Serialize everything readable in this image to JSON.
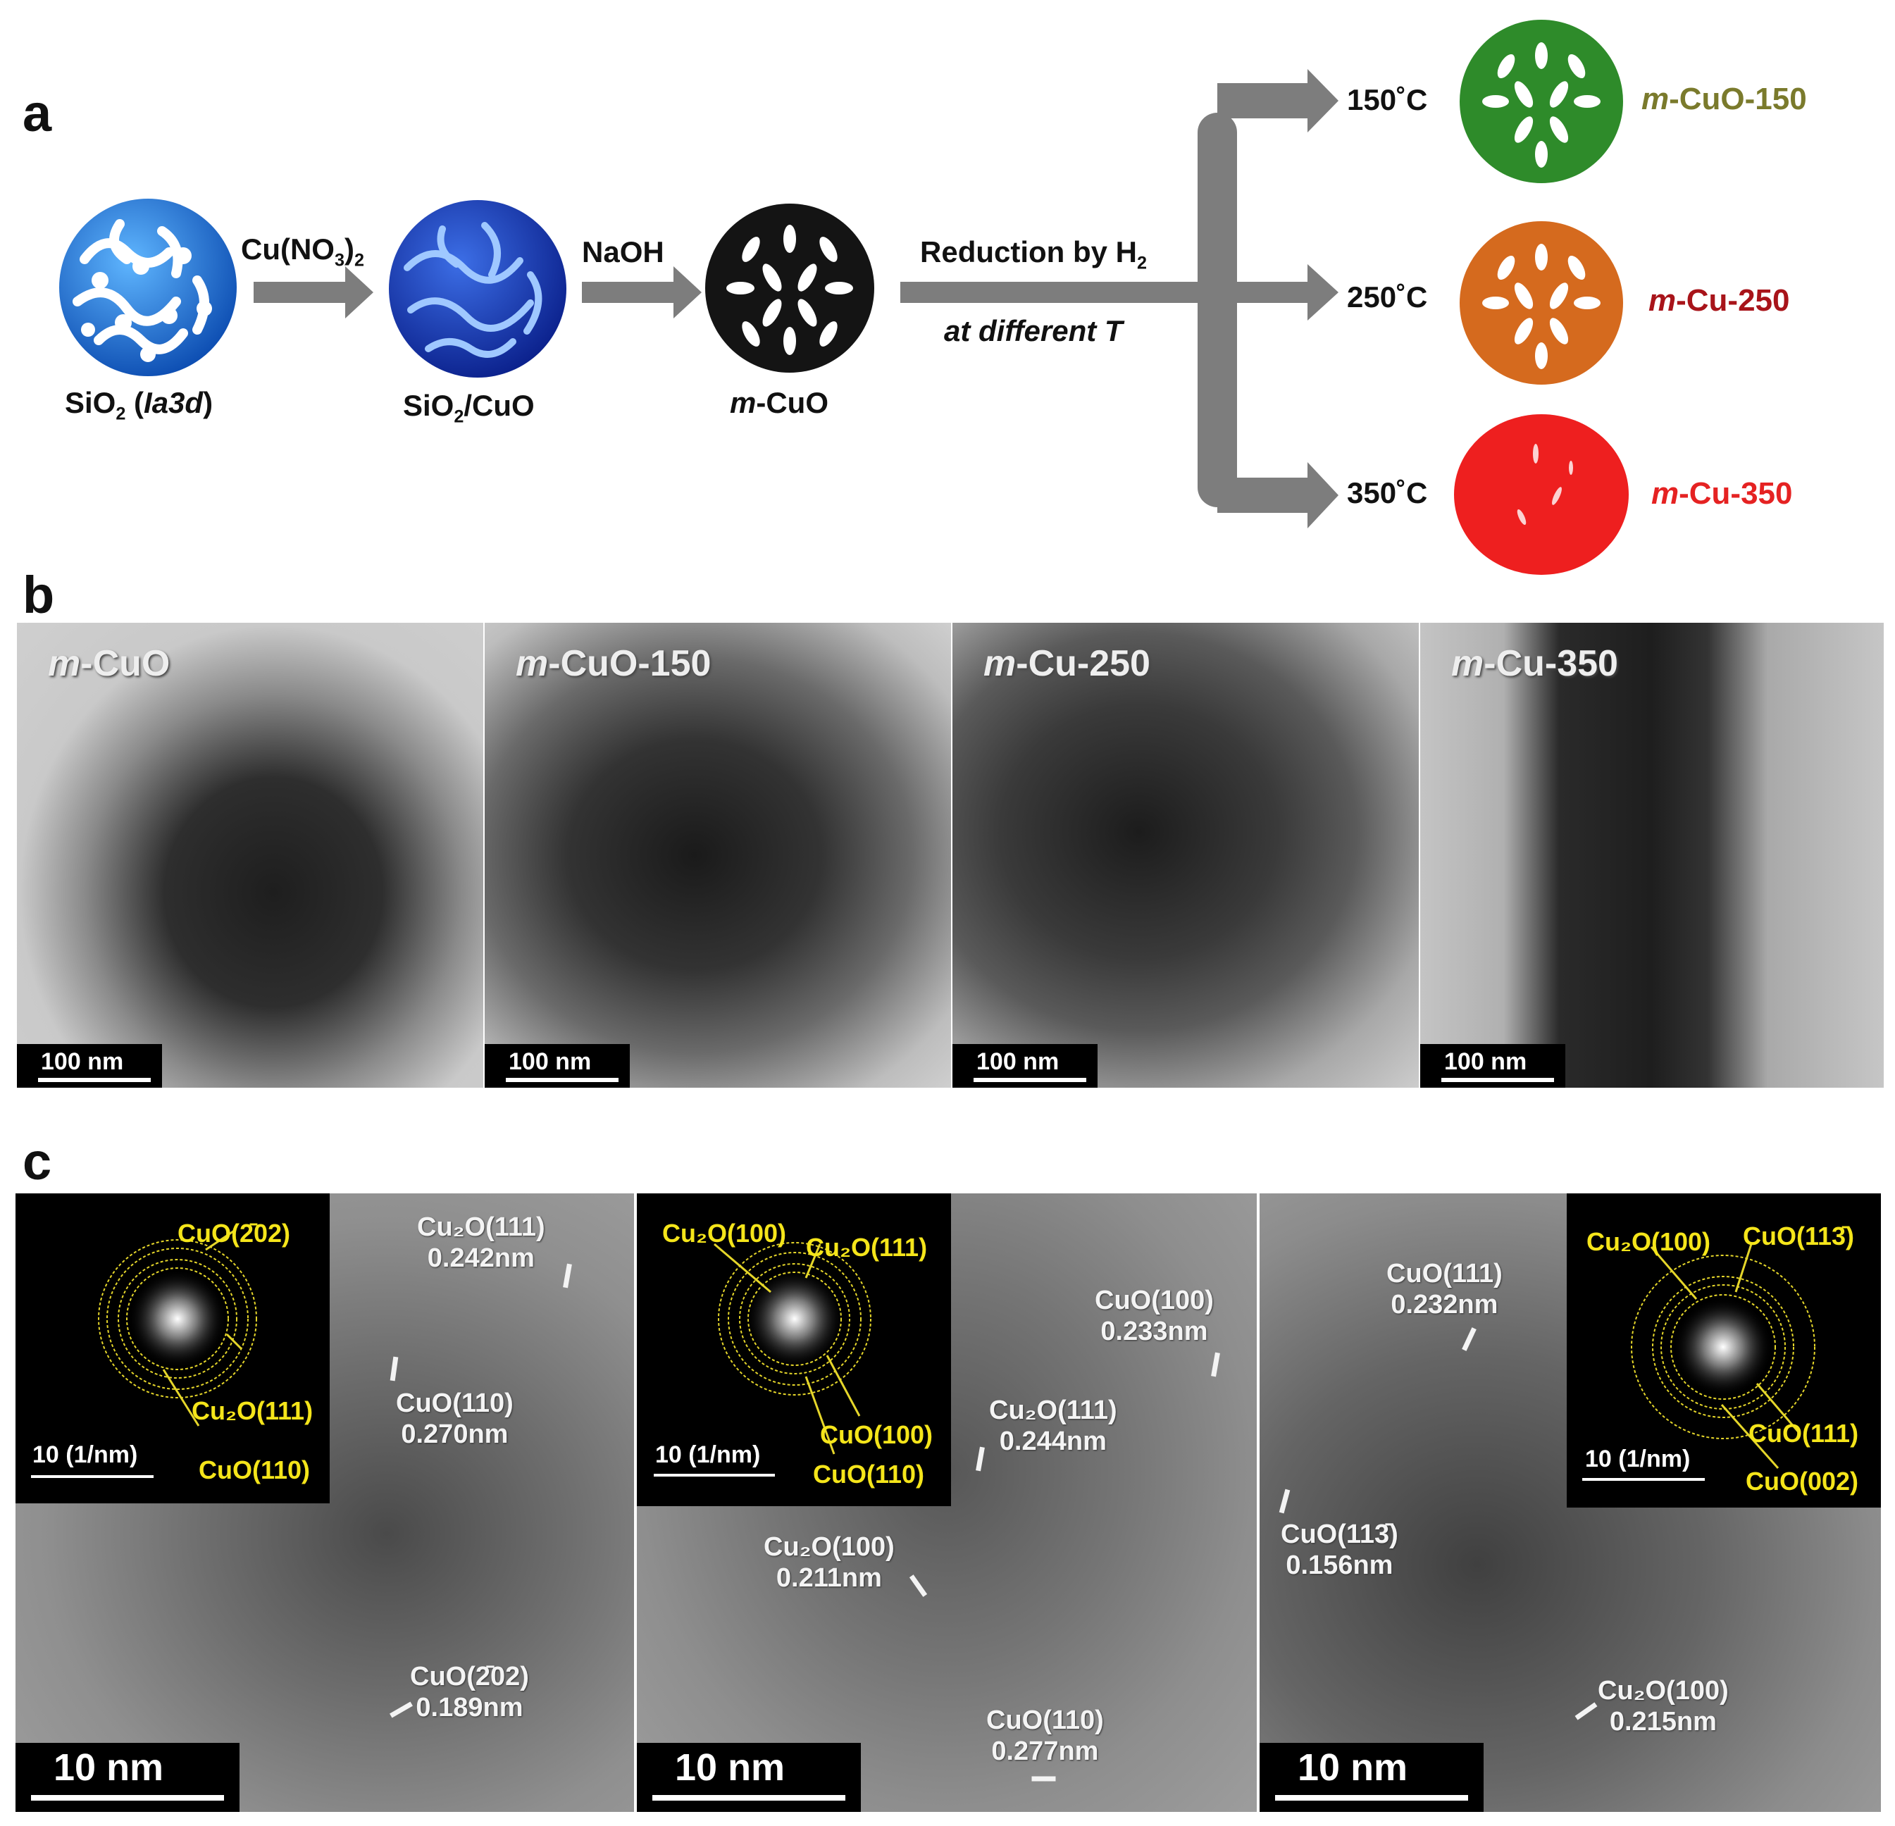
{
  "panel_a": {
    "label": "a",
    "stages": [
      {
        "id": "sio2",
        "pre": "SiO",
        "sub": "2",
        "post": " (",
        "italic": "Ia3d",
        "close": ")"
      },
      {
        "id": "sio2cuo",
        "pre": "SiO",
        "sub": "2",
        "post": "/CuO"
      },
      {
        "id": "mcuo",
        "italic": "m",
        "post": "-CuO"
      }
    ],
    "arrow1": {
      "pre": "Cu(NO",
      "sub": "3",
      "close": ")",
      "sub2": "2"
    },
    "arrow2": "NaOH",
    "arrow3_top": {
      "pre": "Reduction by H",
      "sub": "2"
    },
    "arrow3_bottom": "at different T",
    "branches": [
      {
        "temp": "150˚C",
        "italic": "m",
        "name": "-CuO-150",
        "color": "#7a7a2c",
        "sphere": "#2e8b2a"
      },
      {
        "temp": "250˚C",
        "italic": "m",
        "name": "-Cu-250",
        "color": "#a8141a",
        "sphere": "#d56a1e"
      },
      {
        "temp": "350˚C",
        "italic": "m",
        "name": "-Cu-350",
        "color": "#e52222",
        "sphere": "#ee1f1f"
      }
    ]
  },
  "panel_b": {
    "label": "b",
    "images": [
      {
        "italic": "m",
        "name": "-CuO",
        "scale": "100 nm"
      },
      {
        "italic": "m",
        "name": "-CuO-150",
        "scale": "100 nm"
      },
      {
        "italic": "m",
        "name": "-Cu-250",
        "scale": "100 nm"
      },
      {
        "italic": "m",
        "name": "-Cu-350",
        "scale": "100 nm"
      }
    ]
  },
  "panel_c": {
    "label": "c",
    "images": [
      {
        "scale": "10 nm",
        "fft_scale": "10 (1/nm)",
        "fft_labels": [
          "CuO(2̄02)",
          "Cu₂O(111)",
          "CuO(110)"
        ],
        "d_labels": [
          {
            "plane": "Cu₂O(111)",
            "d": "0.242nm"
          },
          {
            "plane": "CuO(110)",
            "d": "0.270nm"
          },
          {
            "plane": "CuO(2̄02)",
            "d": "0.189nm"
          }
        ]
      },
      {
        "scale": "10 nm",
        "fft_scale": "10 (1/nm)",
        "fft_labels": [
          "Cu₂O(100)",
          "Cu₂O(111)",
          "CuO(100)",
          "CuO(110)"
        ],
        "d_labels": [
          {
            "plane": "CuO(100)",
            "d": "0.233nm"
          },
          {
            "plane": "Cu₂O(111)",
            "d": "0.244nm"
          },
          {
            "plane": "Cu₂O(100)",
            "d": "0.211nm"
          },
          {
            "plane": "CuO(110)",
            "d": "0.277nm"
          }
        ]
      },
      {
        "scale": "10 nm",
        "fft_scale": "10 (1/nm)",
        "fft_labels": [
          "Cu₂O(100)",
          "CuO(113̄)",
          "CuO(111)",
          "CuO(002)"
        ],
        "d_labels": [
          {
            "plane": "CuO(111)",
            "d": "0.232nm"
          },
          {
            "plane": "CuO(113̄)",
            "d": "0.156nm"
          },
          {
            "plane": "Cu₂O(100)",
            "d": "0.215nm"
          }
        ]
      }
    ]
  }
}
